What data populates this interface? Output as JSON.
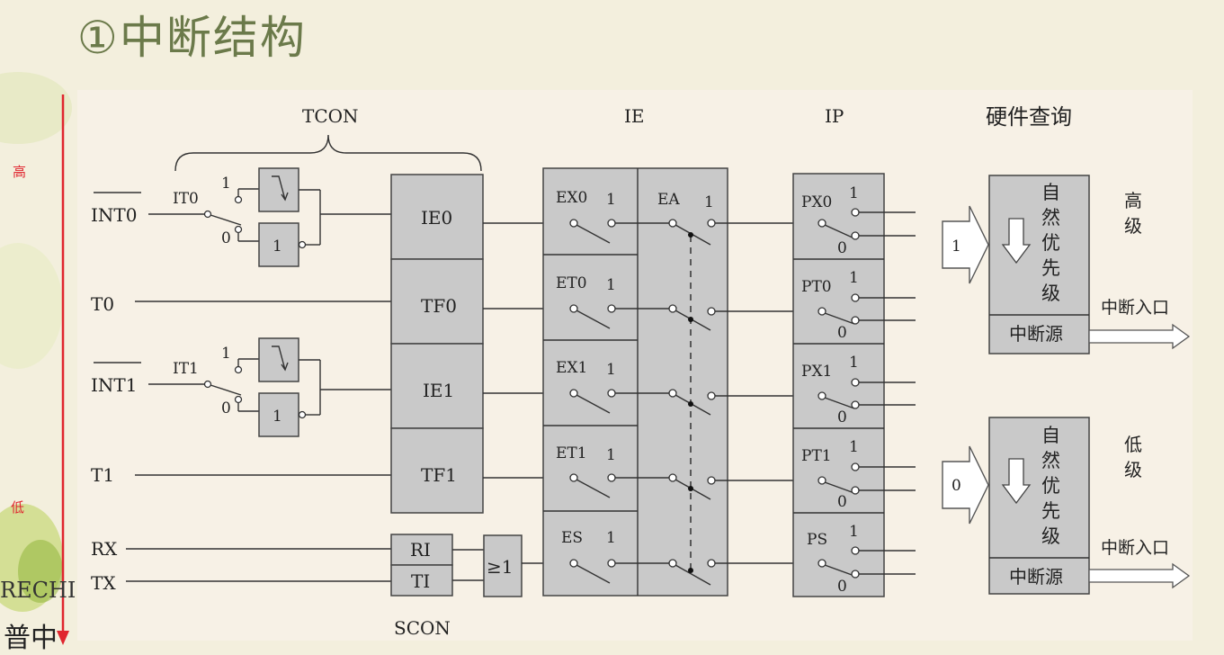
{
  "title": "①中断结构",
  "priority_arrow": {
    "high": "高",
    "low": "低",
    "color": "#e0262f"
  },
  "side_text": {
    "line1": "RECHI",
    "line2": "普中"
  },
  "sections": {
    "tcon": "TCON",
    "ie": "IE",
    "ip": "IP",
    "query": "硬件查询",
    "scon": "SCON"
  },
  "inputs": {
    "int0": "INT0",
    "t0": "T0",
    "int1": "INT1",
    "t1": "T1",
    "rx": "RX",
    "tx": "TX"
  },
  "trigger": {
    "it0": "IT0",
    "it1": "IT1",
    "one": "1",
    "zero": "0",
    "not_gate": "1"
  },
  "flags": {
    "ie0": "IE0",
    "tf0": "TF0",
    "ie1": "IE1",
    "tf1": "TF1",
    "ri": "RI",
    "ti": "TI",
    "or_gate": "≥1"
  },
  "ie_bits": {
    "ex0": "EX0",
    "et0": "ET0",
    "ex1": "EX1",
    "et1": "ET1",
    "es": "ES",
    "ea": "EA",
    "one": "1"
  },
  "ip_bits": {
    "px0": "PX0",
    "pt0": "PT0",
    "px1": "PX1",
    "pt1": "PT1",
    "ps": "PS",
    "one": "1",
    "zero": "0"
  },
  "query": {
    "high": {
      "level_value": "1",
      "natural_priority": "自然优先级",
      "source": "中断源",
      "label": "高级",
      "entry": "中断入口"
    },
    "low": {
      "level_value": "0",
      "natural_priority": "自然优先级",
      "source": "中断源",
      "label": "低级",
      "entry": "中断入口"
    }
  },
  "colors": {
    "block_fill": "#c9c9c9",
    "block_stroke": "#444444",
    "panel": "#f7f1e6",
    "title": "#6b7a4a"
  }
}
